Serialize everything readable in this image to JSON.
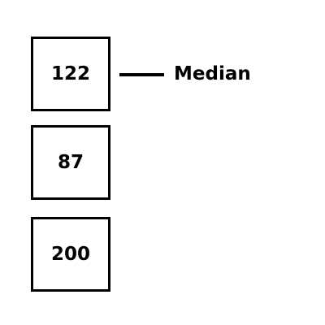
{
  "boxes": [
    {
      "value": "122"
    },
    {
      "value": "87"
    },
    {
      "value": "200"
    }
  ],
  "median_marker": {
    "label": "Median",
    "points_to_box": 0
  },
  "colors": {
    "stroke": "#000000",
    "fill": "#ffffff",
    "text": "#000000"
  }
}
